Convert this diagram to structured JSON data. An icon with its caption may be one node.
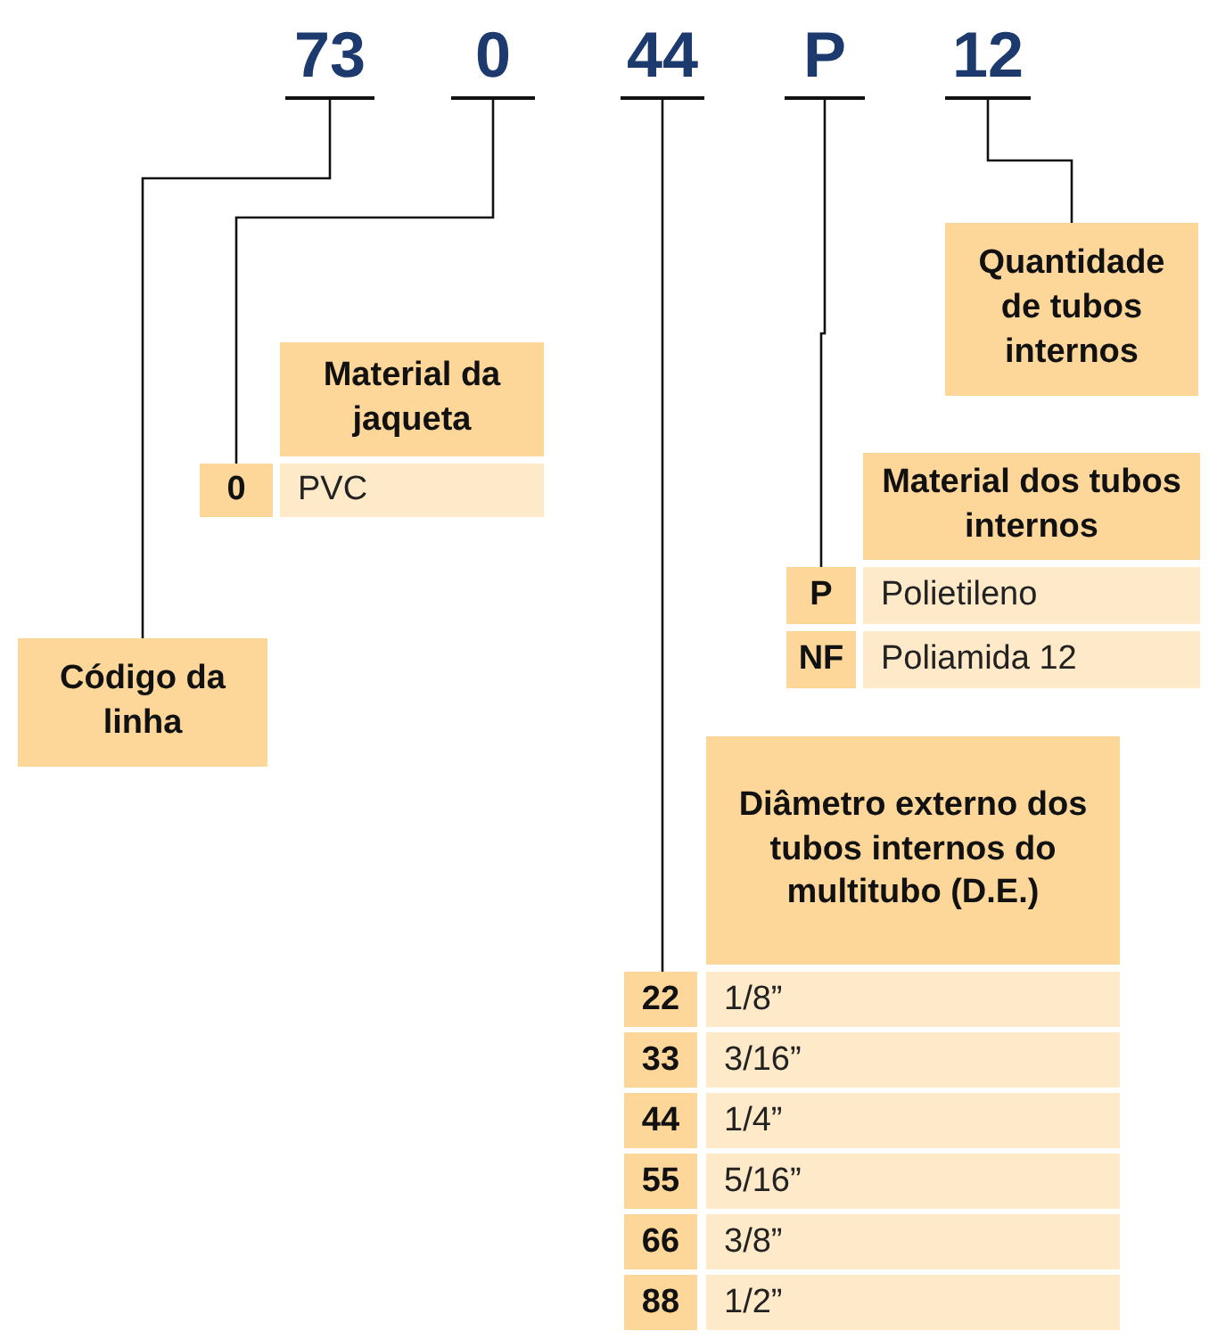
{
  "diagram": {
    "nodes": [
      {
        "text": [
          "73"
        ]
      },
      {
        "text": [
          "0"
        ]
      },
      {
        "text": [
          "44"
        ]
      },
      {
        "text": [
          "P"
        ]
      },
      {
        "text": [
          "12"
        ]
      },
      {
        "text": [
          "Quantidade de tubos internos"
        ]
      },
      {
        "text": [
          "Material da jaqueta"
        ]
      },
      {
        "text": [
          "0"
        ]
      },
      {
        "text": [
          "PVC"
        ]
      },
      {
        "text": [
          "Material dos tubos internos"
        ]
      },
      {
        "text": [
          "P"
        ]
      },
      {
        "text": [
          "Polietileno"
        ]
      },
      {
        "text": [
          "NF"
        ]
      },
      {
        "text": [
          "Poliamida 12"
        ]
      },
      {
        "text": [
          "Código da linha"
        ]
      },
      {
        "text": [
          "Diâmetro externo dos tubos internos do multitubo (D.E.)"
        ]
      },
      {
        "text": [
          "22"
        ]
      },
      {
        "text": [
          "1/8”"
        ]
      },
      {
        "text": [
          "33"
        ]
      },
      {
        "text": [
          "3/16”"
        ]
      },
      {
        "text": [
          "44"
        ]
      },
      {
        "text": [
          "1/4”"
        ]
      },
      {
        "text": [
          "55"
        ]
      },
      {
        "text": [
          "5/16”"
        ]
      },
      {
        "text": [
          "66"
        ]
      },
      {
        "text": [
          "3/8”"
        ]
      },
      {
        "text": [
          "88"
        ]
      },
      {
        "text": [
          "1/2”"
        ]
      }
    ],
    "edges": [
      {
        "from": 0,
        "to": 14,
        "arrow": "none"
      },
      {
        "from": 1,
        "to": 7,
        "arrow": "none"
      },
      {
        "from": 2,
        "to": 16,
        "arrow": "none"
      },
      {
        "from": 3,
        "to": 10,
        "arrow": "none"
      },
      {
        "from": 4,
        "to": 5,
        "arrow": "none"
      }
    ]
  }
}
